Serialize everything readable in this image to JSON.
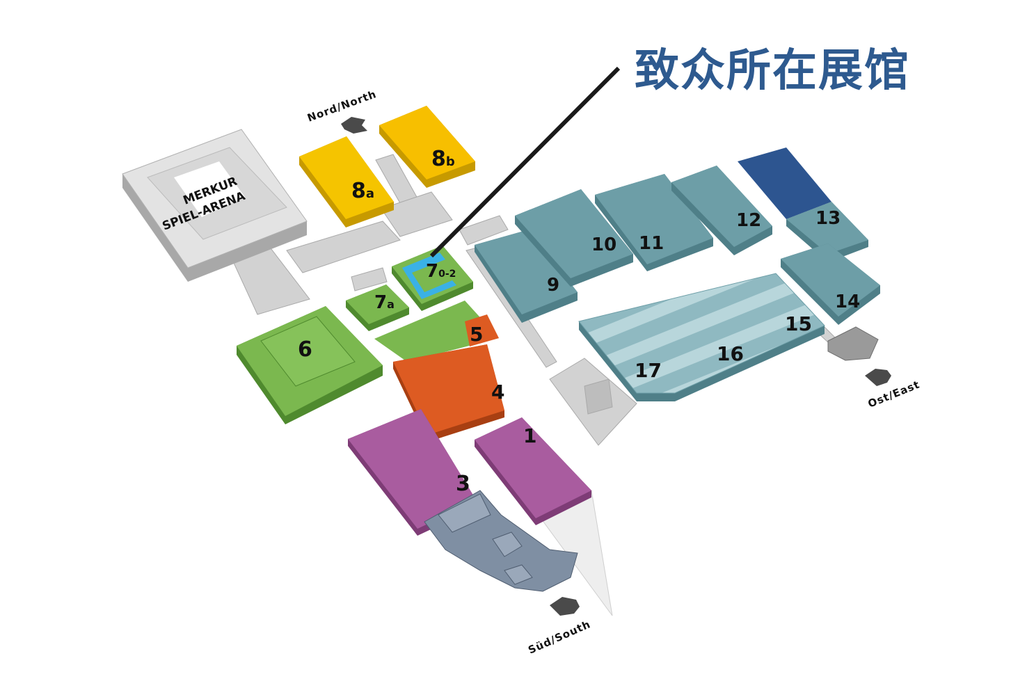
{
  "title": "致众所在展馆",
  "arena_label": [
    "MERKUR",
    "SPIEL-ARENA"
  ],
  "directions": {
    "north": "Nord/North",
    "east": "Ost/East",
    "south": "Süd/South"
  },
  "halls": {
    "h1": "1",
    "h3": "3",
    "h4": "4",
    "h5": "5",
    "h6": "6",
    "h7a_main": "7",
    "h7a_sub": "a",
    "h7_main": "7",
    "h7_sub": "0-2",
    "h8a_main": "8",
    "h8a_sub": "a",
    "h8b_main": "8",
    "h8b_sub": "b",
    "h9": "9",
    "h10": "10",
    "h11": "11",
    "h12": "12",
    "h13": "13",
    "h14": "14",
    "h15": "15",
    "h16": "16",
    "h17": "17"
  },
  "colors": {
    "title": "#2e5a8f",
    "yellow": "#f5c400",
    "green": "#7bb84f",
    "orange": "#dd5b22",
    "purple": "#a95c9f",
    "teal": "#6d9ea7",
    "navy": "#2d5590",
    "highlight": "#3ab1e6",
    "gray": "#cfcfcf"
  }
}
